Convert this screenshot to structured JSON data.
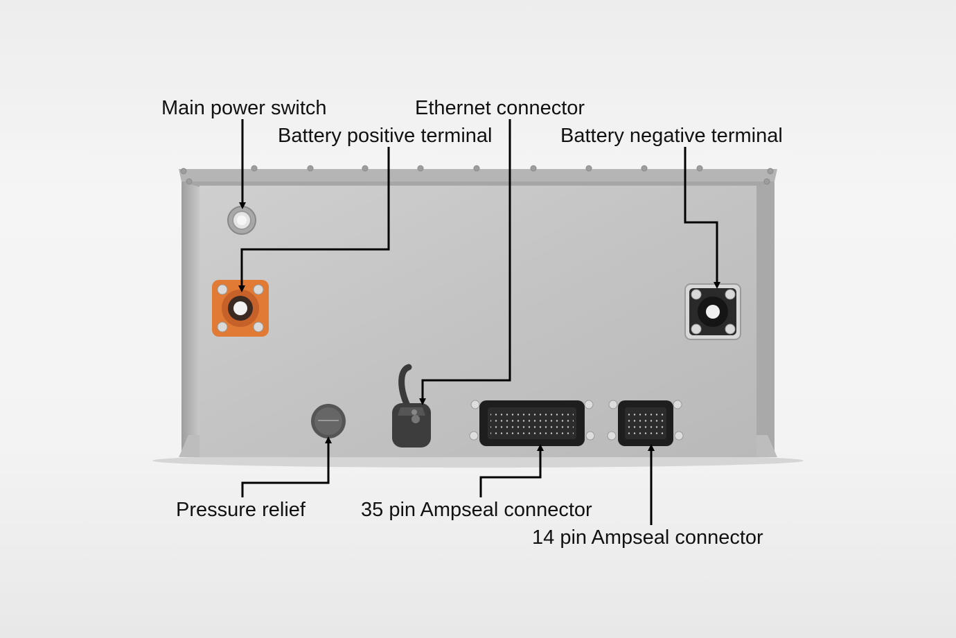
{
  "labels": {
    "main_power_switch": "Main power switch",
    "ethernet_connector": "Ethernet connector",
    "battery_positive_terminal": "Battery positive terminal",
    "battery_negative_terminal": "Battery negative terminal",
    "pressure_relief": "Pressure relief",
    "ampseal_35": "35 pin Ampseal connector",
    "ampseal_14": "14 pin Ampseal connector"
  },
  "colors": {
    "enclosure": "#c9c9c9",
    "positive_terminal": "#e07a35",
    "negative_terminal": "#2a2a2a",
    "connector": "#1e1e1e",
    "leader_lines": "#000000"
  }
}
